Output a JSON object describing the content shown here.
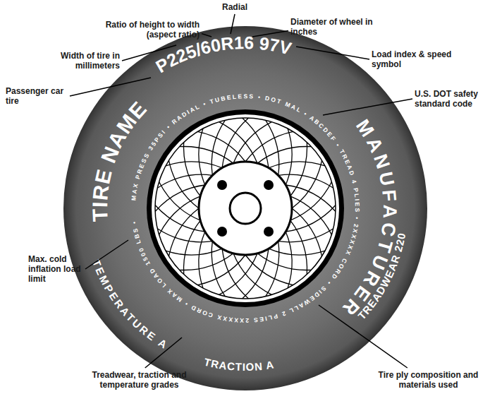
{
  "diagram": {
    "labels": [
      "Radial",
      "Ratio of height to width (aspect ratio)",
      "Diameter of wheel in inches",
      "Width of tire in millimeters",
      "Load index & speed symbol",
      "Passenger car tire",
      "U.S. DOT safety standard code",
      "Max. cold inflation load limit",
      "Treadwear, traction and temperature grades",
      "Tire ply composition and materials used",
      "P225/60R16 97V",
      "TIRE NAME",
      "MANUFACTURER",
      "MAX PRESS 35PSI • RADIAL • TUBELESS • DOT MAL • ABCDEF • TREAD 4 PLIES • 2XXXXX CORD • SIDEWALL 2 PLIES 2XXXXX CORD • MAX LOAD 1500 LBS •",
      "TEMPERATURE A",
      "TRACTION A",
      "TREADWEAR 220"
    ]
  }
}
